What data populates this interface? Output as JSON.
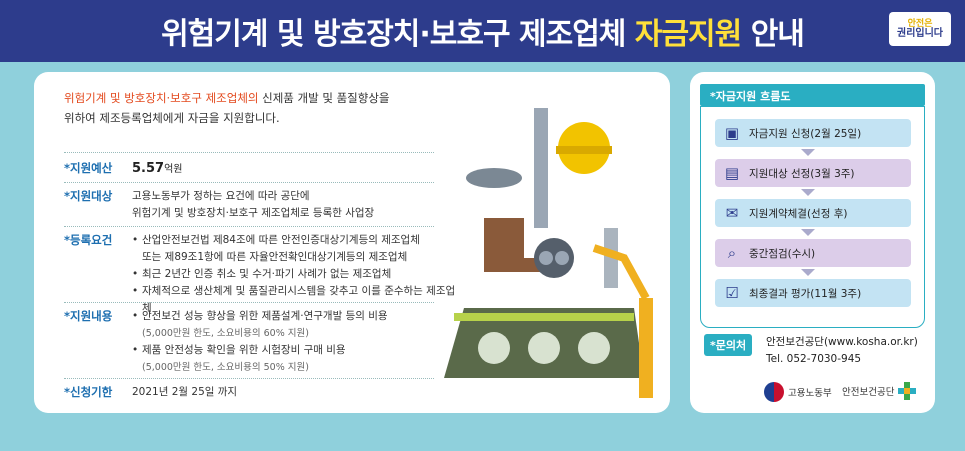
{
  "header": {
    "title_pre": "위험기계 및 방호장치·보호구 제조업체 ",
    "title_highlight": "자금지원",
    "title_post": " 안내",
    "logo_line1": "안전은",
    "logo_line2": "권리입니다"
  },
  "intro": {
    "highlight": "위험기계 및 방호장치·보호구 제조업체의",
    "rest1": " 신제품 개발 및 품질향상을",
    "line2": "위하여 제조등록업체에게 자금을 지원합니다."
  },
  "sections": {
    "budget": {
      "label": "지원예산",
      "amount": "5.57",
      "unit": "억원"
    },
    "target": {
      "label": "지원대상",
      "line1": "고용노동부가 정하는 요건에 따라 공단에",
      "line2": "위험기계 및 방호장치·보호구 제조업체로 등록한 사업장"
    },
    "requirements": {
      "label": "등록요건",
      "items": [
        "산업안전보건법 제84조에 따른 안전인증대상기계등의 제조업체",
        "또는 제89조1항에 따른 자율안전확인대상기계등의 제조업체",
        "최근 2년간 인증 취소 및 수거·파기 사례가 없는 제조업체",
        "자체적으로 생산체계 및 품질관리시스템을 갖추고 이를 준수하는 제조업체"
      ]
    },
    "content": {
      "label": "지원내용",
      "item1": "안전보건 성능 향상을 위한 제품설계·연구개발 등의 비용",
      "item1_sub": "(5,000만원 한도, 소요비용의 60% 지원)",
      "item2": "제품 안전성능 확인을 위한 시험장비 구매 비용",
      "item2_sub": "(5,000만원 한도, 소요비용의 50% 지원)"
    },
    "deadline": {
      "label": "신청기한",
      "text": "2021년 2월 25일 까지"
    }
  },
  "flow": {
    "title": "자금지원 흐름도",
    "steps": [
      {
        "label": "자금지원 신청(2월 25일)",
        "icon": "computer-icon"
      },
      {
        "label": "지원대상 선정(3월 3주)",
        "icon": "document-icon"
      },
      {
        "label": "지원계약체결(선정 후)",
        "icon": "contract-icon"
      },
      {
        "label": "중간점검(수시)",
        "icon": "magnifier-icon"
      },
      {
        "label": "최종결과 평가(11월 3주)",
        "icon": "checklist-icon"
      }
    ]
  },
  "contact": {
    "label": "문의처",
    "org": "안전보건공단(www.kosha.or.kr)",
    "tel": "Tel. 052-7030-945"
  },
  "footer": {
    "ministry": "고용노동부",
    "agency": "안전보건공단"
  },
  "colors": {
    "navy": "#2d3c8c",
    "teal": "#2aaec2",
    "yellow": "#ffe03a",
    "red": "#e34a1e"
  }
}
